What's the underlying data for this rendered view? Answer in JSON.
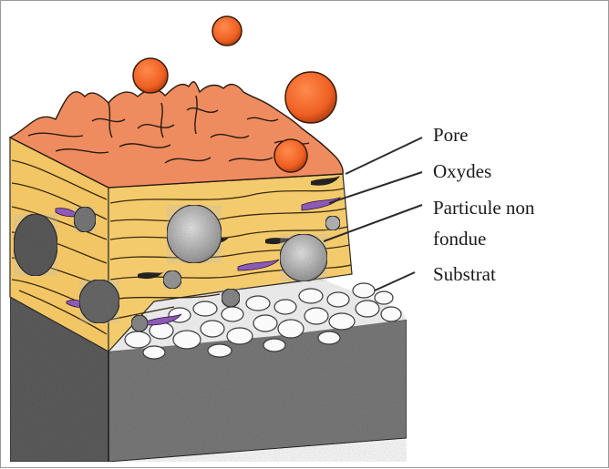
{
  "labels": {
    "pore": "Pore",
    "oxydes": "Oxydes",
    "particule_line1": "Particule non",
    "particule_line2": "fondue",
    "substrat": "Substrat"
  },
  "colors": {
    "splat_yellow": "#f3c868",
    "top_orange": "#ee8c60",
    "droplet_orange": "#f0672a",
    "oxide_purple": "#8d5bb6",
    "substrate_gray": "#6d6d6d",
    "particle_gray": "#b4b4b4"
  }
}
